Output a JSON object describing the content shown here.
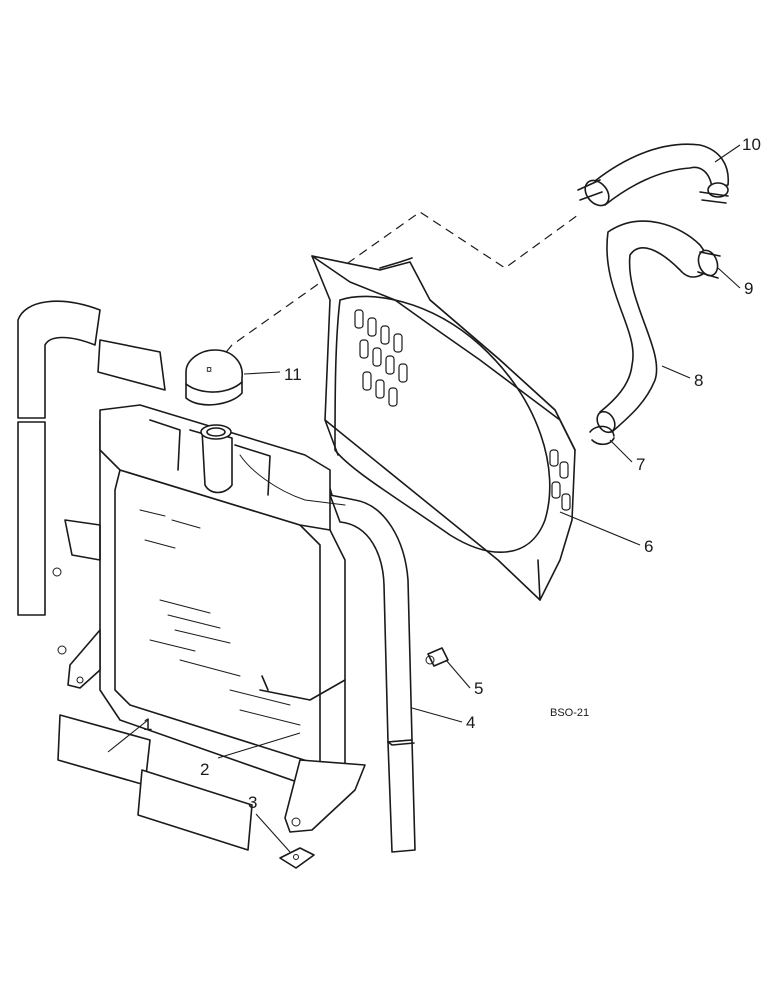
{
  "diagram": {
    "reference_code": "BSO-21",
    "callouts": {
      "c1": "1",
      "c2": "2",
      "c3": "3",
      "c4": "4",
      "c5": "5",
      "c6": "6",
      "c7": "7",
      "c8": "8",
      "c9": "9",
      "c10": "10",
      "c11": "11"
    }
  }
}
